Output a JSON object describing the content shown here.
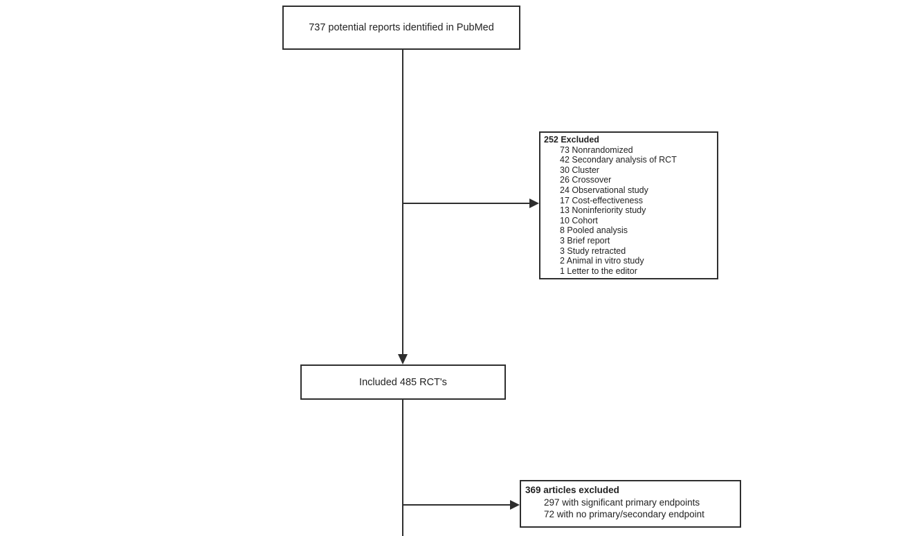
{
  "diagram": {
    "type": "flowchart",
    "colors": {
      "line": "#2e2e2e",
      "text": "#222222",
      "background": "#ffffff"
    },
    "nodes": {
      "identified": {
        "text": "737 potential reports identified in PubMed"
      },
      "excluded_pubmed": {
        "title": "252 Excluded",
        "items": [
          "73 Nonrandomized",
          "42 Secondary analysis of RCT",
          "30 Cluster",
          "26 Crossover",
          "24 Observational study",
          "17 Cost-effectiveness",
          "13 Noninferiority study",
          "10 Cohort",
          "8 Pooled analysis",
          "3 Brief report",
          "3 Study retracted",
          "2 Animal in vitro study",
          "1 Letter to the editor"
        ]
      },
      "included": {
        "text": "Included 485 RCT's"
      },
      "excluded_articles": {
        "title": "369 articles excluded",
        "items": [
          "297 with significant primary endpoints",
          "72 with no primary/secondary endpoint"
        ]
      }
    },
    "edges": [
      {
        "from": "identified",
        "to": "included",
        "direction": "down",
        "arrowhead": true
      },
      {
        "from": "identified",
        "to": "excluded_pubmed",
        "direction": "right",
        "arrowhead": true
      },
      {
        "from": "included",
        "to": "excluded_articles",
        "direction": "right",
        "arrowhead": true
      },
      {
        "from": "included",
        "to": "continues-below-cutoff",
        "direction": "down",
        "arrowhead": false
      }
    ]
  }
}
